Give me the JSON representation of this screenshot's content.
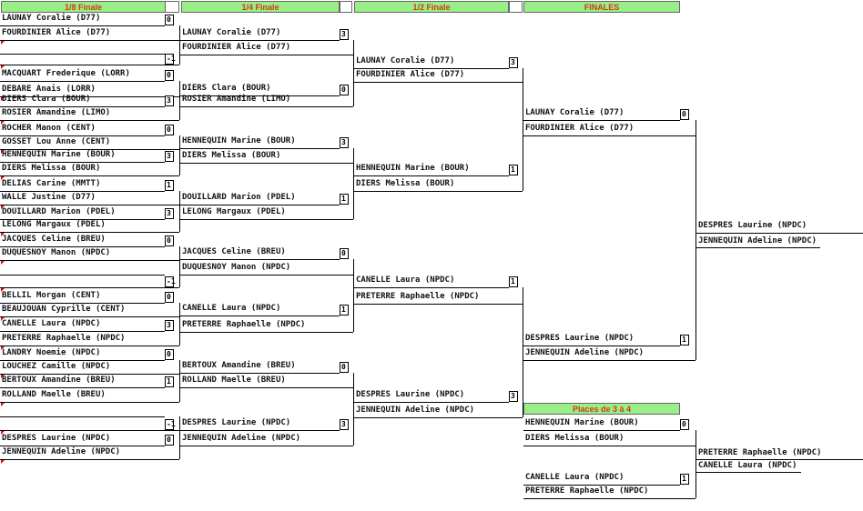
{
  "headers": {
    "r16": "1/8 Finale",
    "qf": "1/4 Finale",
    "sf": "1/2 Finale",
    "final": "FINALES",
    "third": "Places de 3 à 4"
  },
  "r16": [
    {
      "a": "LAUNAY Coralie (D77)",
      "b": "FOURDINIER Alice (D77)",
      "score": "0"
    },
    {
      "a": "",
      "b": "",
      "score": "-1"
    },
    {
      "a": "MACQUART Frederique (LORR)",
      "b": "DEBARE Anais (LORR)",
      "score": "0"
    },
    {
      "a": "DIERS Clara (BOUR)",
      "b": "ROSIER Amandine (LIMO)",
      "score": "3"
    },
    {
      "a": "ROCHER Manon (CENT)",
      "b": "GOSSET Lou Anne (CENT)",
      "score": "0"
    },
    {
      "a": "HENNEQUIN Marine (BOUR)",
      "b": "DIERS Melissa (BOUR)",
      "score": "3"
    },
    {
      "a": "DELIAS Carine (MMTT)",
      "b": "WALLE Justine (D77)",
      "score": "1"
    },
    {
      "a": "DOUILLARD Marion (PDEL)",
      "b": "LELONG Margaux (PDEL)",
      "score": "3"
    },
    {
      "a": "JACQUES Celine (BREU)",
      "b": "DUQUESNOY Manon (NPDC)",
      "score": "0"
    },
    {
      "a": "",
      "b": "",
      "score": "-1"
    },
    {
      "a": "BELLIL Morgan (CENT)",
      "b": "BEAUJOUAN Cyprille (CENT)",
      "score": "0"
    },
    {
      "a": "CANELLE Laura (NPDC)",
      "b": "PRETERRE Raphaelle (NPDC)",
      "score": "3"
    },
    {
      "a": "LANDRY Noemie (NPDC)",
      "b": "LOUCHEZ Camille (NPDC)",
      "score": "0"
    },
    {
      "a": "BERTOUX Amandine (BREU)",
      "b": "ROLLAND Maelle (BREU)",
      "score": "1"
    },
    {
      "a": "",
      "b": "",
      "score": "-1"
    },
    {
      "a": "DESPRES Laurine (NPDC)",
      "b": "JENNEQUIN Adeline (NPDC)",
      "score": "0"
    }
  ],
  "qf": [
    {
      "a": "LAUNAY Coralie (D77)",
      "b": "FOURDINIER Alice (D77)",
      "score": "3"
    },
    {
      "a": "DIERS Clara (BOUR)",
      "b": "ROSIER Amandine (LIMO)",
      "score": "0"
    },
    {
      "a": "HENNEQUIN Marine (BOUR)",
      "b": "DIERS Melissa (BOUR)",
      "score": "3"
    },
    {
      "a": "DOUILLARD Marion (PDEL)",
      "b": "LELONG Margaux (PDEL)",
      "score": "1"
    },
    {
      "a": "JACQUES Celine (BREU)",
      "b": "DUQUESNOY Manon (NPDC)",
      "score": "0"
    },
    {
      "a": "CANELLE Laura (NPDC)",
      "b": "PRETERRE Raphaelle (NPDC)",
      "score": "1"
    },
    {
      "a": "BERTOUX Amandine (BREU)",
      "b": "ROLLAND Maelle (BREU)",
      "score": "0"
    },
    {
      "a": "DESPRES Laurine (NPDC)",
      "b": "JENNEQUIN Adeline (NPDC)",
      "score": "3"
    }
  ],
  "sf": [
    {
      "a": "LAUNAY Coralie (D77)",
      "b": "FOURDINIER Alice (D77)",
      "score": "3"
    },
    {
      "a": "HENNEQUIN Marine (BOUR)",
      "b": "DIERS Melissa (BOUR)",
      "score": "1"
    },
    {
      "a": "CANELLE Laura (NPDC)",
      "b": "PRETERRE Raphaelle (NPDC)",
      "score": "1"
    },
    {
      "a": "DESPRES Laurine (NPDC)",
      "b": "JENNEQUIN Adeline (NPDC)",
      "score": "3"
    }
  ],
  "final": [
    {
      "a": "LAUNAY Coralie (D77)",
      "b": "FOURDINIER Alice (D77)",
      "score": "0"
    },
    {
      "a": "DESPRES Laurine (NPDC)",
      "b": "JENNEQUIN Adeline (NPDC)",
      "score": "1"
    }
  ],
  "champion": {
    "a": "DESPRES Laurine (NPDC)",
    "b": "JENNEQUIN Adeline (NPDC)"
  },
  "third_place": [
    {
      "a": "HENNEQUIN Marine (BOUR)",
      "b": "DIERS Melissa (BOUR)",
      "score": "0"
    },
    {
      "a": "CANELLE Laura (NPDC)",
      "b": "PRETERRE Raphaelle (NPDC)",
      "score": "1"
    }
  ],
  "third_winner": {
    "a": "PRETERRE Raphaelle (NPDC)",
    "b": "CANELLE Laura (NPDC)"
  }
}
